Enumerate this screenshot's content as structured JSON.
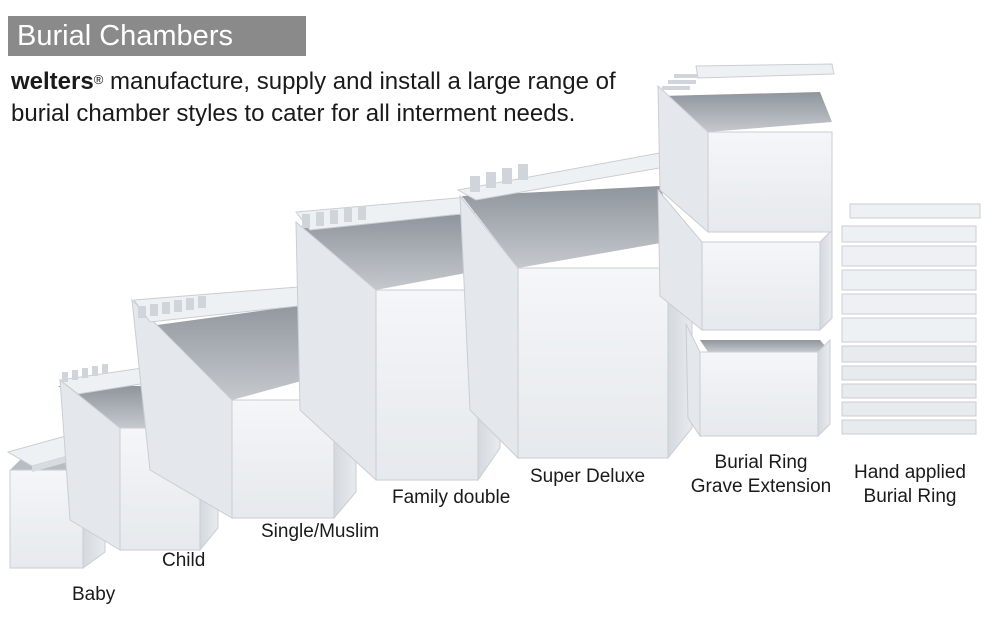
{
  "header": {
    "title": "Burial Chambers"
  },
  "intro": {
    "brand": "welters",
    "registered": "®",
    "line1": " manufacture, supply and install a large range of",
    "line2": "burial chamber styles to cater for all interment needs."
  },
  "chambers": [
    {
      "label": "Baby"
    },
    {
      "label": "Child"
    },
    {
      "label": "Single/Muslim"
    },
    {
      "label": "Family double"
    },
    {
      "label": "Super Deluxe"
    },
    {
      "label_line1": "Burial Ring",
      "label_line2": "Grave Extension"
    },
    {
      "label_line1": "Hand applied",
      "label_line2": "Burial Ring"
    }
  ],
  "colors": {
    "title_bar": "#8a8a8a",
    "box_front": "#f2f4f6",
    "box_side": "#dde1e6",
    "box_inner": "#a9aeb4"
  }
}
